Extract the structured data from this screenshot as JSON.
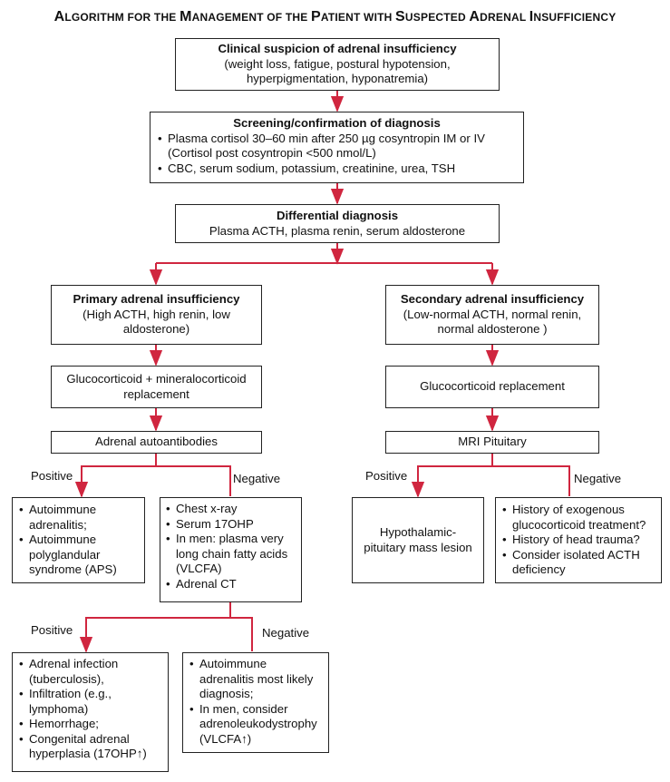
{
  "title": {
    "parts": [
      {
        "text": "A",
        "big": true
      },
      {
        "text": "LGORITHM FOR THE ",
        "big": false
      },
      {
        "text": "M",
        "big": true
      },
      {
        "text": "ANAGEMENT OF THE ",
        "big": false
      },
      {
        "text": "P",
        "big": true
      },
      {
        "text": "ATIENT WITH ",
        "big": false
      },
      {
        "text": "S",
        "big": true
      },
      {
        "text": "USPECTED ",
        "big": false
      },
      {
        "text": "A",
        "big": true
      },
      {
        "text": "DRENAL ",
        "big": false
      },
      {
        "text": "I",
        "big": true
      },
      {
        "text": "NSUFFICIENCY",
        "big": false
      }
    ]
  },
  "accent_color": "#d0263f",
  "nodes": {
    "suspicion": {
      "heading": "Clinical suspicion of adrenal insufficiency",
      "body": "(weight loss, fatigue, postural hypotension, hyperpigmentation, hyponatremia)"
    },
    "screening": {
      "heading": "Screening/confirmation of diagnosis",
      "bullets": [
        "Plasma cortisol 30–60 min after 250 µg cosyntropin IM or IV (Cortisol post cosyntropin <500 nmol/L)",
        "CBC, serum sodium, potassium, creatinine, urea, TSH"
      ]
    },
    "differential": {
      "heading": "Differential diagnosis",
      "body": "Plasma ACTH, plasma renin, serum aldosterone"
    },
    "primary": {
      "heading": "Primary adrenal insufficiency",
      "body": "(High ACTH, high renin, low aldosterone)"
    },
    "secondary": {
      "heading": "Secondary adrenal insufficiency",
      "body": "(Low-normal ACTH, normal renin, normal aldosterone )"
    },
    "gluco_mineral": {
      "body": "Glucocorticoid + mineralocorticoid replacement"
    },
    "gluco_repl": {
      "body": "Glucocorticoid replacement"
    },
    "autoantibodies": {
      "body": "Adrenal autoantibodies"
    },
    "mri": {
      "body": "MRI Pituitary"
    },
    "autoimmune_pos": {
      "bullets": [
        "Autoimmune adrenalitis;",
        "Autoimmune polyglandular syndrome (APS)"
      ]
    },
    "neg_tests": {
      "bullets": [
        "Chest x-ray",
        "Serum 17OHP",
        "In men: plasma very long chain fatty acids (VLCFA)",
        "Adrenal CT"
      ]
    },
    "hypothalamic": {
      "body": "Hypothalamic-pituitary mass lesion"
    },
    "history": {
      "bullets": [
        "History of exogenous glucocorticoid treatment?",
        "History of head trauma?",
        "Consider isolated ACTH deficiency"
      ]
    },
    "infection": {
      "bullets": [
        "Adrenal infection (tuberculosis),",
        "Infiltration (e.g., lymphoma)",
        "Hemorrhage;",
        "Congenital adrenal hyperplasia (17OHP↑)"
      ]
    },
    "autoimmune_likely": {
      "bullets": [
        "Autoimmune adrenalitis most likely diagnosis;",
        "In men, consider adrenoleukodystrophy (VLCFA↑)"
      ]
    }
  },
  "edge_labels": {
    "positive": "Positive",
    "negative": "Negative"
  }
}
